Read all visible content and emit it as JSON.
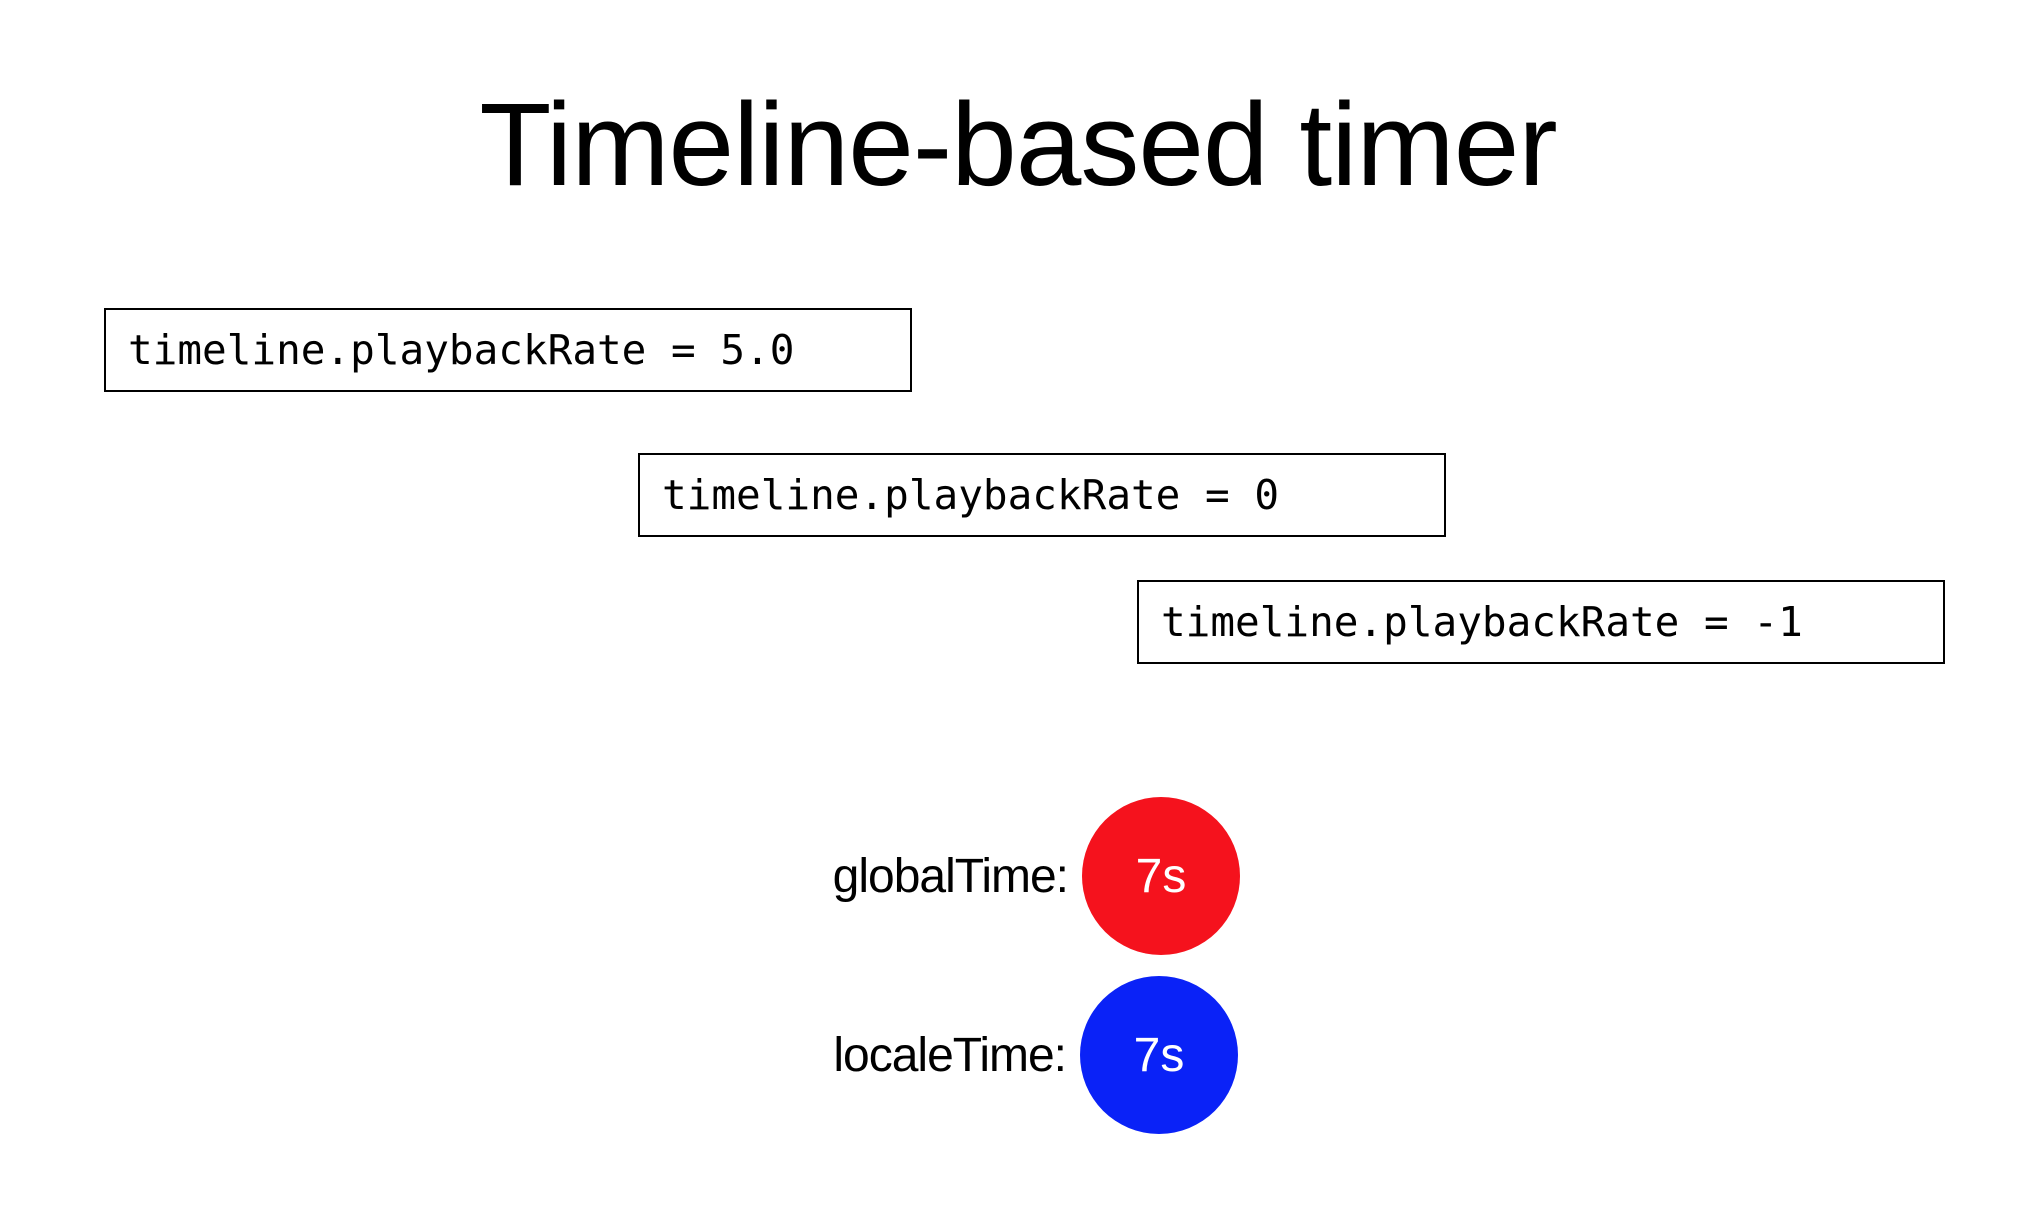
{
  "title": "Timeline-based timer",
  "code_boxes": [
    "timeline.playbackRate = 5.0",
    "timeline.playbackRate = 0",
    "timeline.playbackRate = -1"
  ],
  "timers": {
    "global": {
      "label": "globalTime:",
      "value": "7s",
      "color": "#f5121d"
    },
    "locale": {
      "label": "localeTime:",
      "value": "7s",
      "color": "#0a22f7"
    }
  }
}
